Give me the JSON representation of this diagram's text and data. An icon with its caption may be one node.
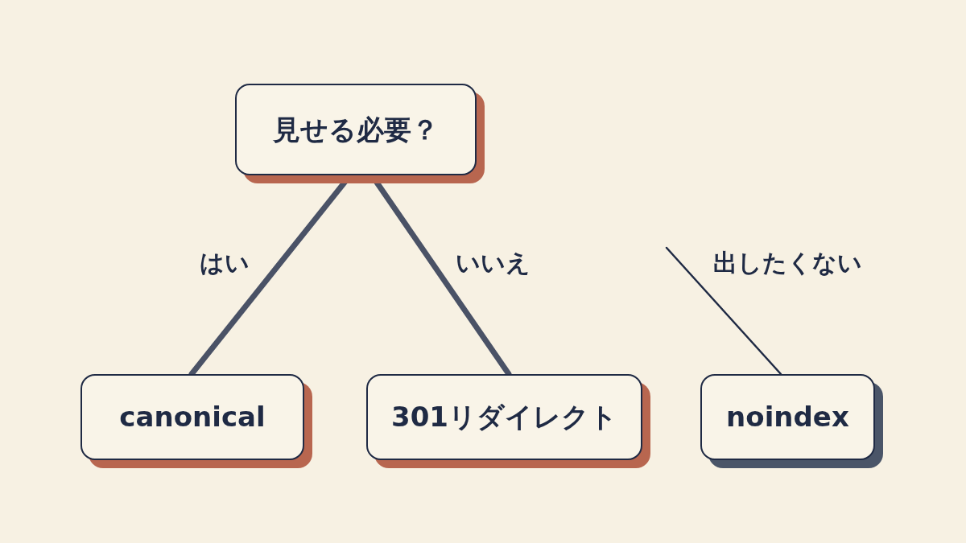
{
  "diagram": {
    "nodes": [
      {
        "text": [
          "見せる必要？"
        ]
      },
      {
        "text": [
          "canonical"
        ]
      },
      {
        "text": [
          "301リダイレクト"
        ]
      },
      {
        "text": [
          "noindex"
        ]
      }
    ],
    "edges": [
      {
        "from": 0,
        "to": 1,
        "arrow": "none",
        "label": "はい"
      },
      {
        "from": 0,
        "to": 2,
        "arrow": "none",
        "label": "いいえ"
      },
      {
        "from": null,
        "to": 3,
        "arrow": "none",
        "label": "出したくない",
        "color": "#1f2a44"
      }
    ]
  }
}
